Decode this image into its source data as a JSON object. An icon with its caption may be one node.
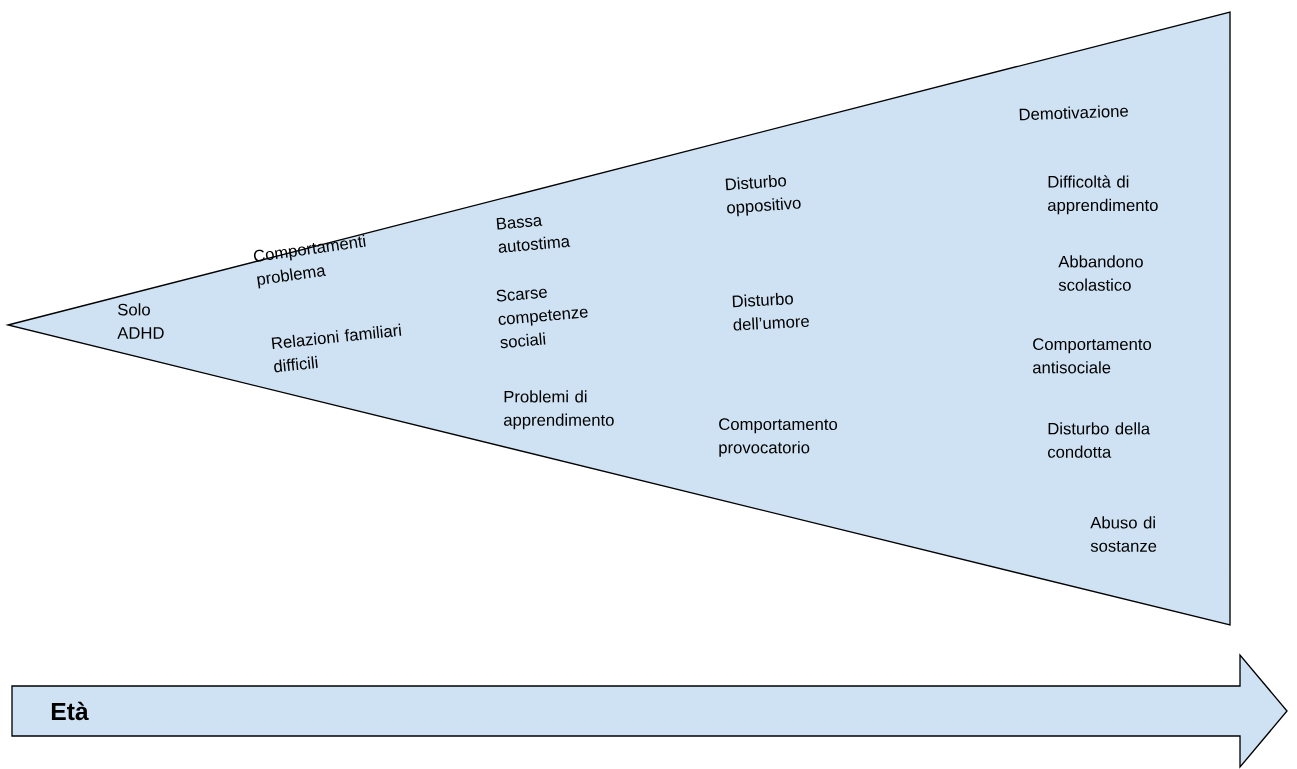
{
  "diagram": {
    "nodes": [
      {
        "text": [
          "Solo ADHD",
          "Comportamenti problema",
          "Relazioni familiari difficili",
          "Bassa autostima",
          "Scarse competenze sociali",
          "Problemi di apprendimento",
          "Disturbo oppositivo",
          "Disturbo dell’umore",
          "Comportamento provocatorio",
          "Demotivazione",
          "Difficoltà di apprendimento",
          "Abbandono scolastico",
          "Comportamento antisociale",
          "Disturbo della condotta",
          "Abuso di sostanze"
        ]
      },
      {
        "text": [
          "Età"
        ]
      }
    ]
  }
}
